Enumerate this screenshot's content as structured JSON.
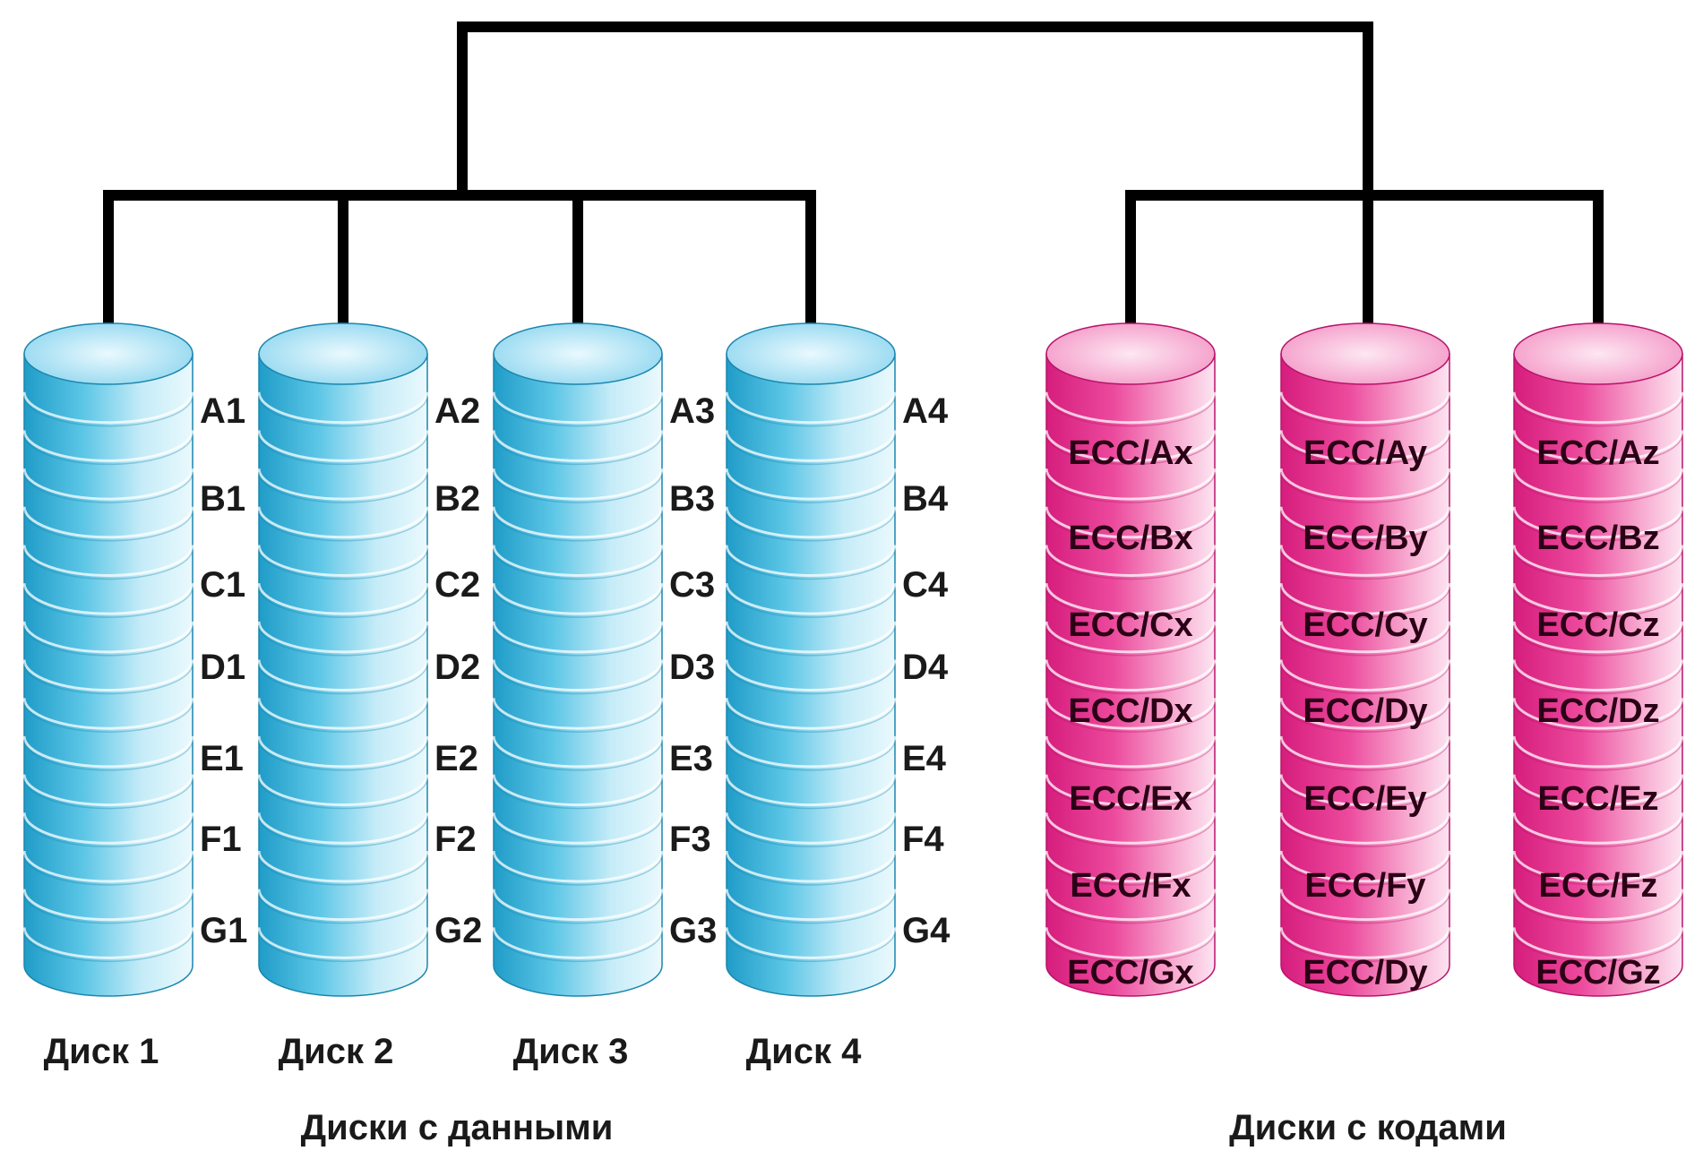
{
  "data_disks": [
    {
      "label": "Диск 1",
      "blocks": [
        "A1",
        "B1",
        "C1",
        "D1",
        "E1",
        "F1",
        "G1"
      ]
    },
    {
      "label": "Диск 2",
      "blocks": [
        "A2",
        "B2",
        "C2",
        "D2",
        "E2",
        "F2",
        "G2"
      ]
    },
    {
      "label": "Диск 3",
      "blocks": [
        "A3",
        "B3",
        "C3",
        "D3",
        "E3",
        "F3",
        "G3"
      ]
    },
    {
      "label": "Диск 4",
      "blocks": [
        "A4",
        "B4",
        "C4",
        "D4",
        "E4",
        "F4",
        "G4"
      ]
    }
  ],
  "ecc_disks": [
    {
      "blocks": [
        "ECC/Ax",
        "ECC/Bx",
        "ECC/Cx",
        "ECC/Dx",
        "ECC/Ex",
        "ECC/Fx",
        "ECC/Gx"
      ]
    },
    {
      "blocks": [
        "ECC/Ay",
        "ECC/By",
        "ECC/Cy",
        "ECC/Dy",
        "ECC/Ey",
        "ECC/Fy",
        "ECC/Dy"
      ]
    },
    {
      "blocks": [
        "ECC/Az",
        "ECC/Bz",
        "ECC/Cz",
        "ECC/Dz",
        "ECC/Ez",
        "ECC/Fz",
        "ECC/Gz"
      ]
    }
  ],
  "groups": {
    "data_label": "Диски с данными",
    "ecc_label": "Диски с кодами"
  },
  "colors": {
    "data_disk": "#3cb4d8",
    "data_disk_light": "#d8f2fa",
    "ecc_disk": "#e8378f",
    "ecc_disk_light": "#fcd6ea",
    "bus": "#000000"
  }
}
